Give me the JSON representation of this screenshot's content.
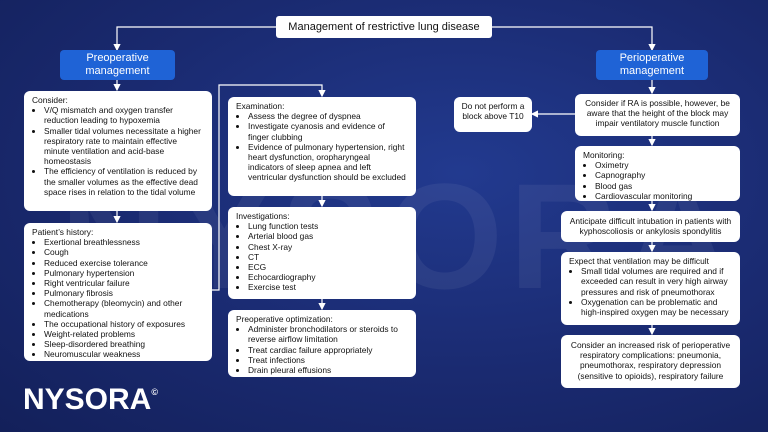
{
  "title": "Management of restrictive lung disease",
  "preoperative": {
    "label": "Preoperative management",
    "consider": {
      "heading": "Consider:",
      "items": [
        "V/Q mismatch and oxygen transfer reduction leading to hypoxemia",
        "Smaller tidal volumes necessitate a higher respiratory rate to maintain effective minute ventilation and acid-base homeostasis",
        "The efficiency of ventilation is reduced by the smaller volumes as the effective dead space rises in relation to the tidal volume"
      ]
    },
    "history": {
      "heading": "Patient’s history:",
      "items": [
        "Exertional breathlessness",
        "Cough",
        "Reduced exercise tolerance",
        "Pulmonary hypertension",
        "Right ventricular failure",
        "Pulmonary fibrosis",
        "Chemotherapy (bleomycin) and other medications",
        "The occupational history of exposures",
        "Weight-related problems",
        "Sleep-disordered breathing",
        "Neuromuscular weakness"
      ]
    },
    "examination": {
      "heading": "Examination:",
      "items": [
        "Assess the degree of dyspnea",
        "Investigate cyanosis and evidence of finger clubbing",
        "Evidence of pulmonary hypertension, right heart dysfunction, oropharyngeal indicators of sleep apnea and left ventricular dysfunction should be excluded"
      ]
    },
    "investigations": {
      "heading": "Investigations:",
      "items": [
        "Lung function tests",
        "Arterial blood gas",
        "Chest X-ray",
        "CT",
        "ECG",
        "Echocardiography",
        "Exercise test"
      ]
    },
    "optimization": {
      "heading": "Preoperative optimization:",
      "items": [
        "Administer bronchodilators or steroids to reverse airflow limitation",
        "Treat cardiac failure appropriately",
        "Treat infections",
        "Drain pleural effusions"
      ]
    }
  },
  "perioperative": {
    "label": "Perioperative management",
    "no_block": "Do not perform a block above T10",
    "consider_ra": "Consider if RA is possible, however, be aware that the height of the block may impair ventilatory muscle function",
    "monitoring": {
      "heading": "Monitoring:",
      "items": [
        "Oximetry",
        "Capnography",
        "Blood gas",
        "Cardiovascular monitoring"
      ]
    },
    "intubation": "Anticipate difficult intubation in patients with kyphoscoliosis or ankylosis spondylitis",
    "ventilation": {
      "heading": "Expect that ventilation may be difficult",
      "items": [
        "Small tidal volumes are required and if exceeded can result in very high airway pressures and risk of pneumothorax",
        "Oxygenation can be problematic and high-inspired oxygen may be necessary"
      ]
    },
    "risk": "Consider an increased risk of perioperative respiratory complications: pneumonia, pneumothorax, respiratory depression (sensitive to opioids), respiratory failure"
  },
  "brand": {
    "logo": "NYSORA",
    "mark": "©",
    "watermark": "NYSORA"
  },
  "colors": {
    "background": "#1b2a6b",
    "label_blue": "#1f63d6",
    "line": "#ffffff"
  }
}
